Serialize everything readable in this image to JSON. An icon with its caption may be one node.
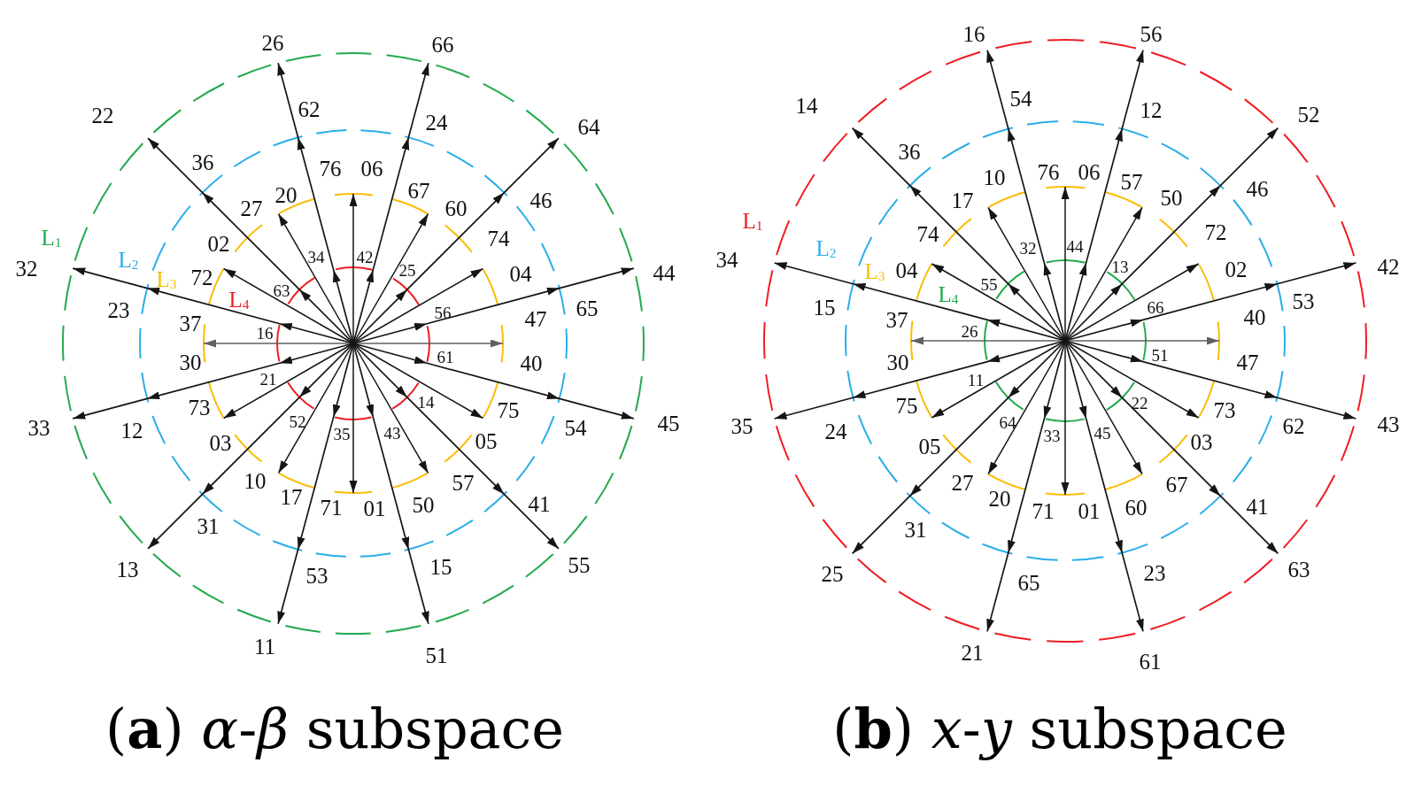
{
  "diagram": {
    "labels": [
      "26",
      "66",
      "22",
      "62",
      "24",
      "64",
      "36",
      "76",
      "06",
      "20",
      "67",
      "27",
      "60",
      "46",
      "L$_{1}$",
      "02",
      "74",
      "32",
      "L$_{2}$",
      "34",
      "42",
      "L$_{3}$",
      "72",
      "25",
      "04",
      "44",
      "L$_{4}$",
      "63",
      "23",
      "56",
      "65",
      "37",
      "47",
      "16",
      "30",
      "61",
      "40",
      "21",
      "73",
      "14",
      "75",
      "33",
      "12",
      "52",
      "35",
      "43",
      "54",
      "45",
      "03",
      "05",
      "10",
      "57",
      "17",
      "71",
      "01",
      "50",
      "41",
      "31",
      "13",
      "53",
      "15",
      "55",
      "11",
      "51",
      "(**a**) *α*-*β* subspace",
      "16",
      "56",
      "14",
      "54",
      "12",
      "52",
      "36",
      "10",
      "76",
      "06",
      "57",
      "17",
      "50",
      "46",
      "L$_{1}$",
      "74",
      "72",
      "L$_{2}$",
      "32",
      "44",
      "34",
      "L$_{3}$",
      "04",
      "13",
      "02",
      "42",
      "L$_{4}$",
      "55",
      "15",
      "66",
      "53",
      "37",
      "40",
      "26",
      "30",
      "51",
      "47",
      "11",
      "75",
      "22",
      "73",
      "35",
      "24",
      "64",
      "33",
      "45",
      "62",
      "43",
      "05",
      "03",
      "27",
      "67",
      "20",
      "71",
      "01",
      "60",
      "41",
      "31",
      "25",
      "65",
      "23",
      "63",
      "21",
      "61",
      "(**b**) *x*-*y* subspace"
    ]
  }
}
